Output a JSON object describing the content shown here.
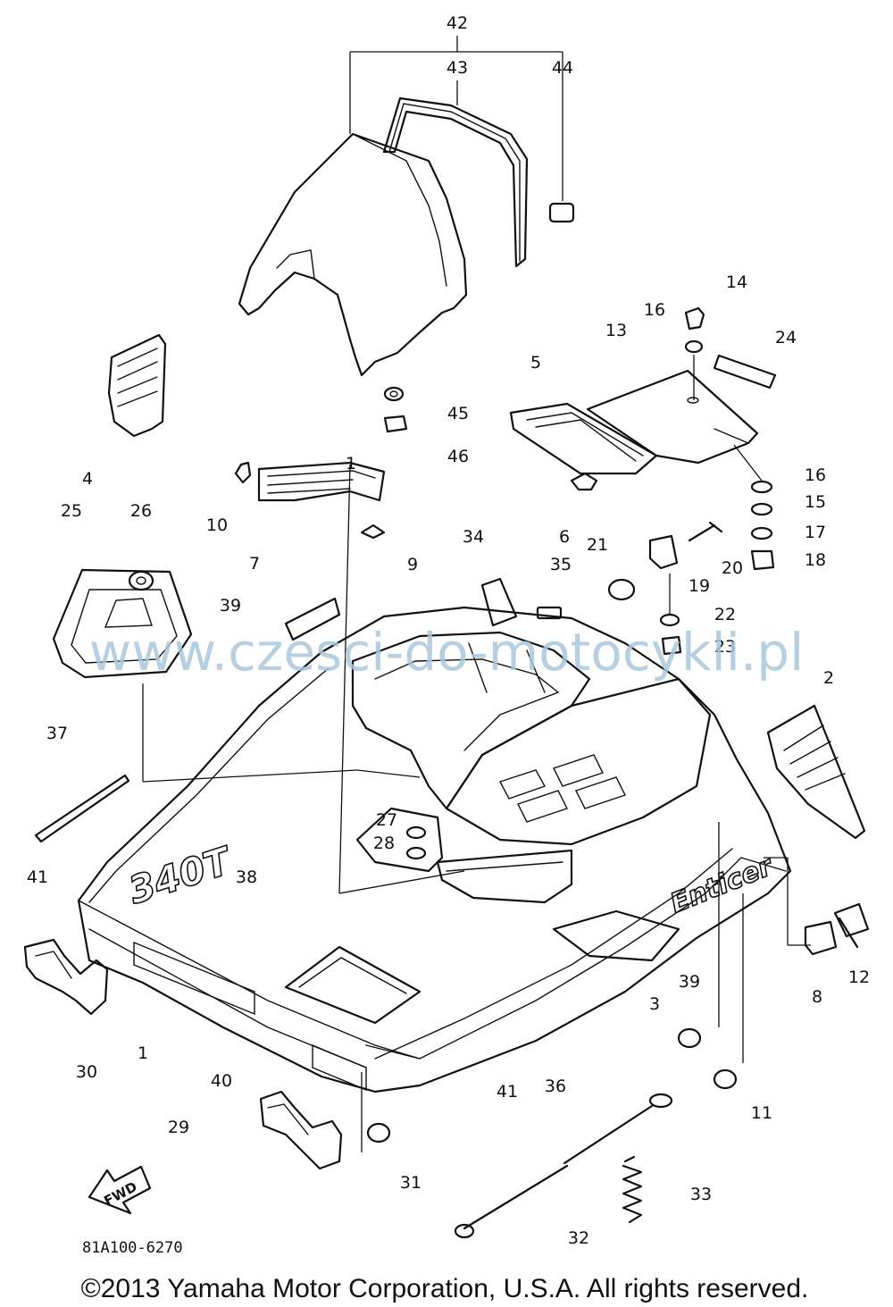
{
  "diagram": {
    "part_labels": [
      "1",
      "2",
      "3",
      "4",
      "5",
      "6",
      "7",
      "8",
      "9",
      "10",
      "11",
      "12",
      "13",
      "14",
      "15",
      "16",
      "17",
      "18",
      "19",
      "20",
      "21",
      "22",
      "23",
      "24",
      "25",
      "26",
      "27",
      "28",
      "29",
      "30",
      "31",
      "32",
      "33",
      "34",
      "35",
      "36",
      "37",
      "38",
      "39",
      "40",
      "41",
      "42",
      "43",
      "44",
      "45",
      "46"
    ],
    "hood_logo_model": "340T",
    "hood_logo_name": "Enticer",
    "fwd_arrow_text": "FWD",
    "diagram_code": "81A100-6270"
  },
  "watermark": "www.czesci-do-motocykli.pl",
  "footer": {
    "copyright": "©2013 Yamaha Motor Corporation, U.S.A. All rights reserved."
  }
}
